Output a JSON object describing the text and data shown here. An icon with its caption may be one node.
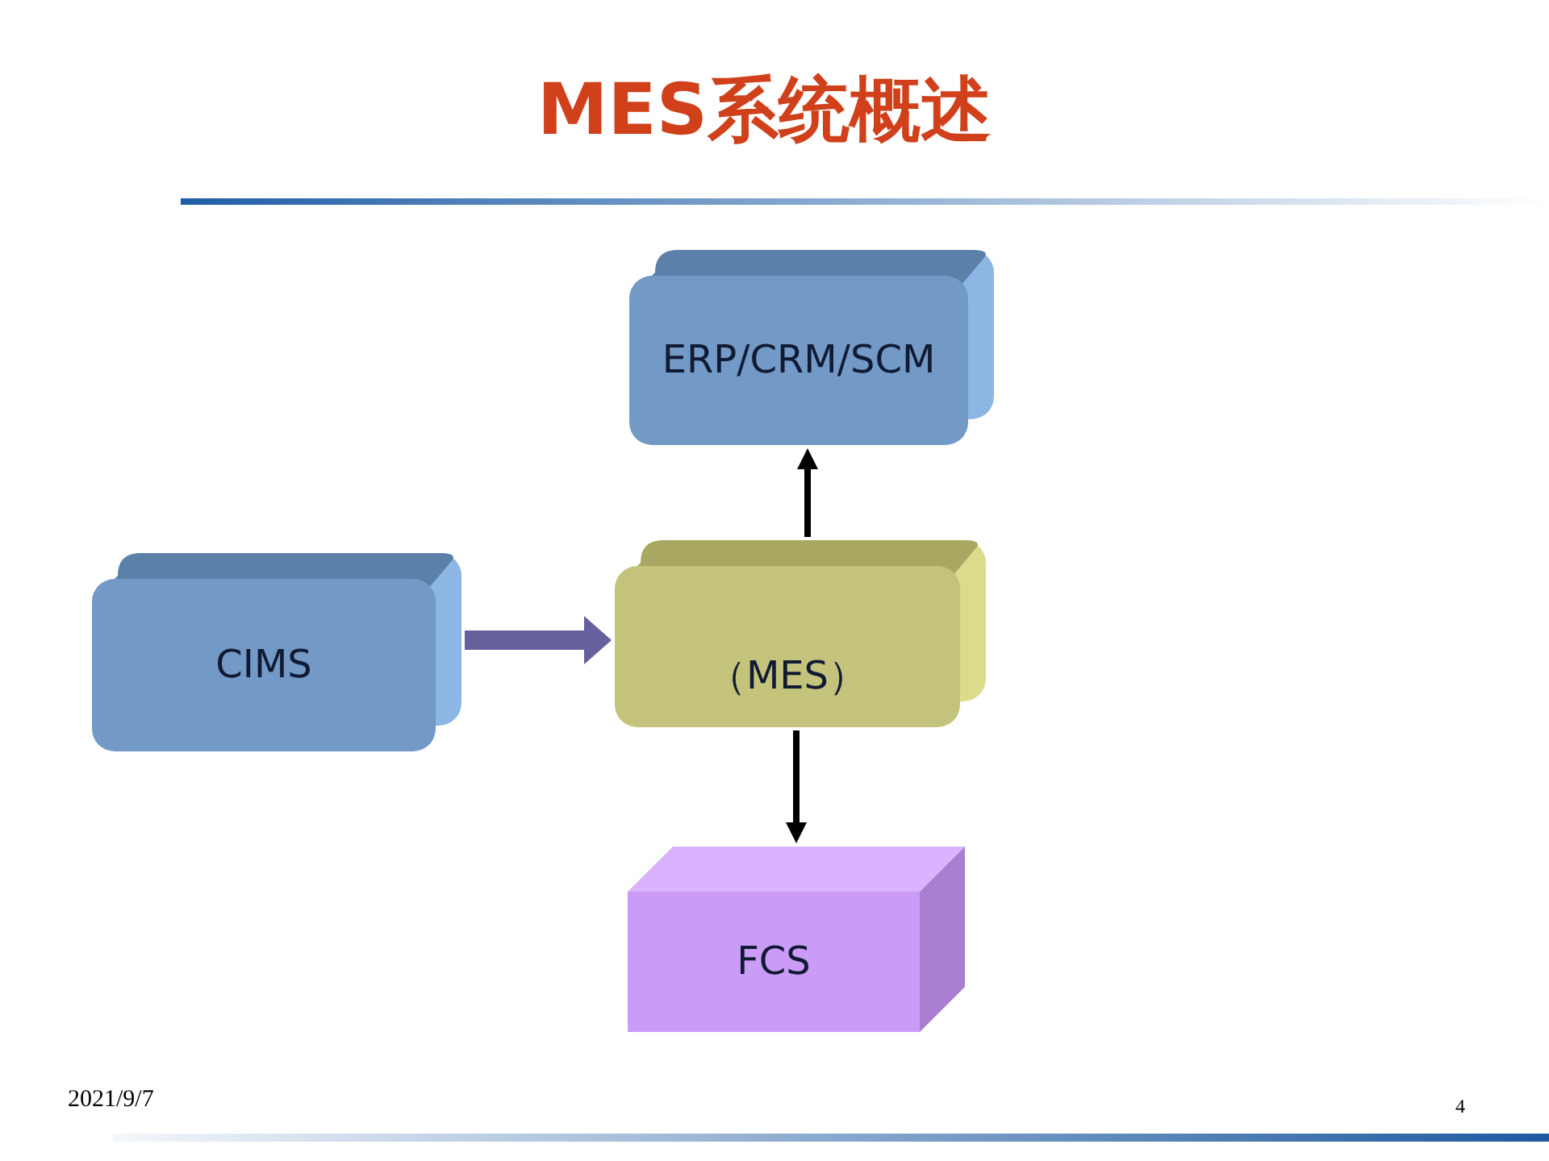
{
  "diagram": {
    "title": "MES系统概述",
    "nodes": [
      {
        "text": [
          "ERP/CRM/SCM"
        ]
      },
      {
        "text": [
          "CIMS"
        ]
      },
      {
        "text": [
          "（MES）"
        ]
      },
      {
        "text": [
          "FCS"
        ]
      }
    ],
    "edges": [
      {
        "from": 2,
        "to": 0,
        "arrow": "to"
      },
      {
        "from": 1,
        "to": 2,
        "arrow": "to",
        "style": "thick",
        "color": "#66619e"
      },
      {
        "from": 2,
        "to": 3,
        "arrow": "to"
      }
    ],
    "labels": [
      "2021/9/7",
      "4"
    ]
  }
}
